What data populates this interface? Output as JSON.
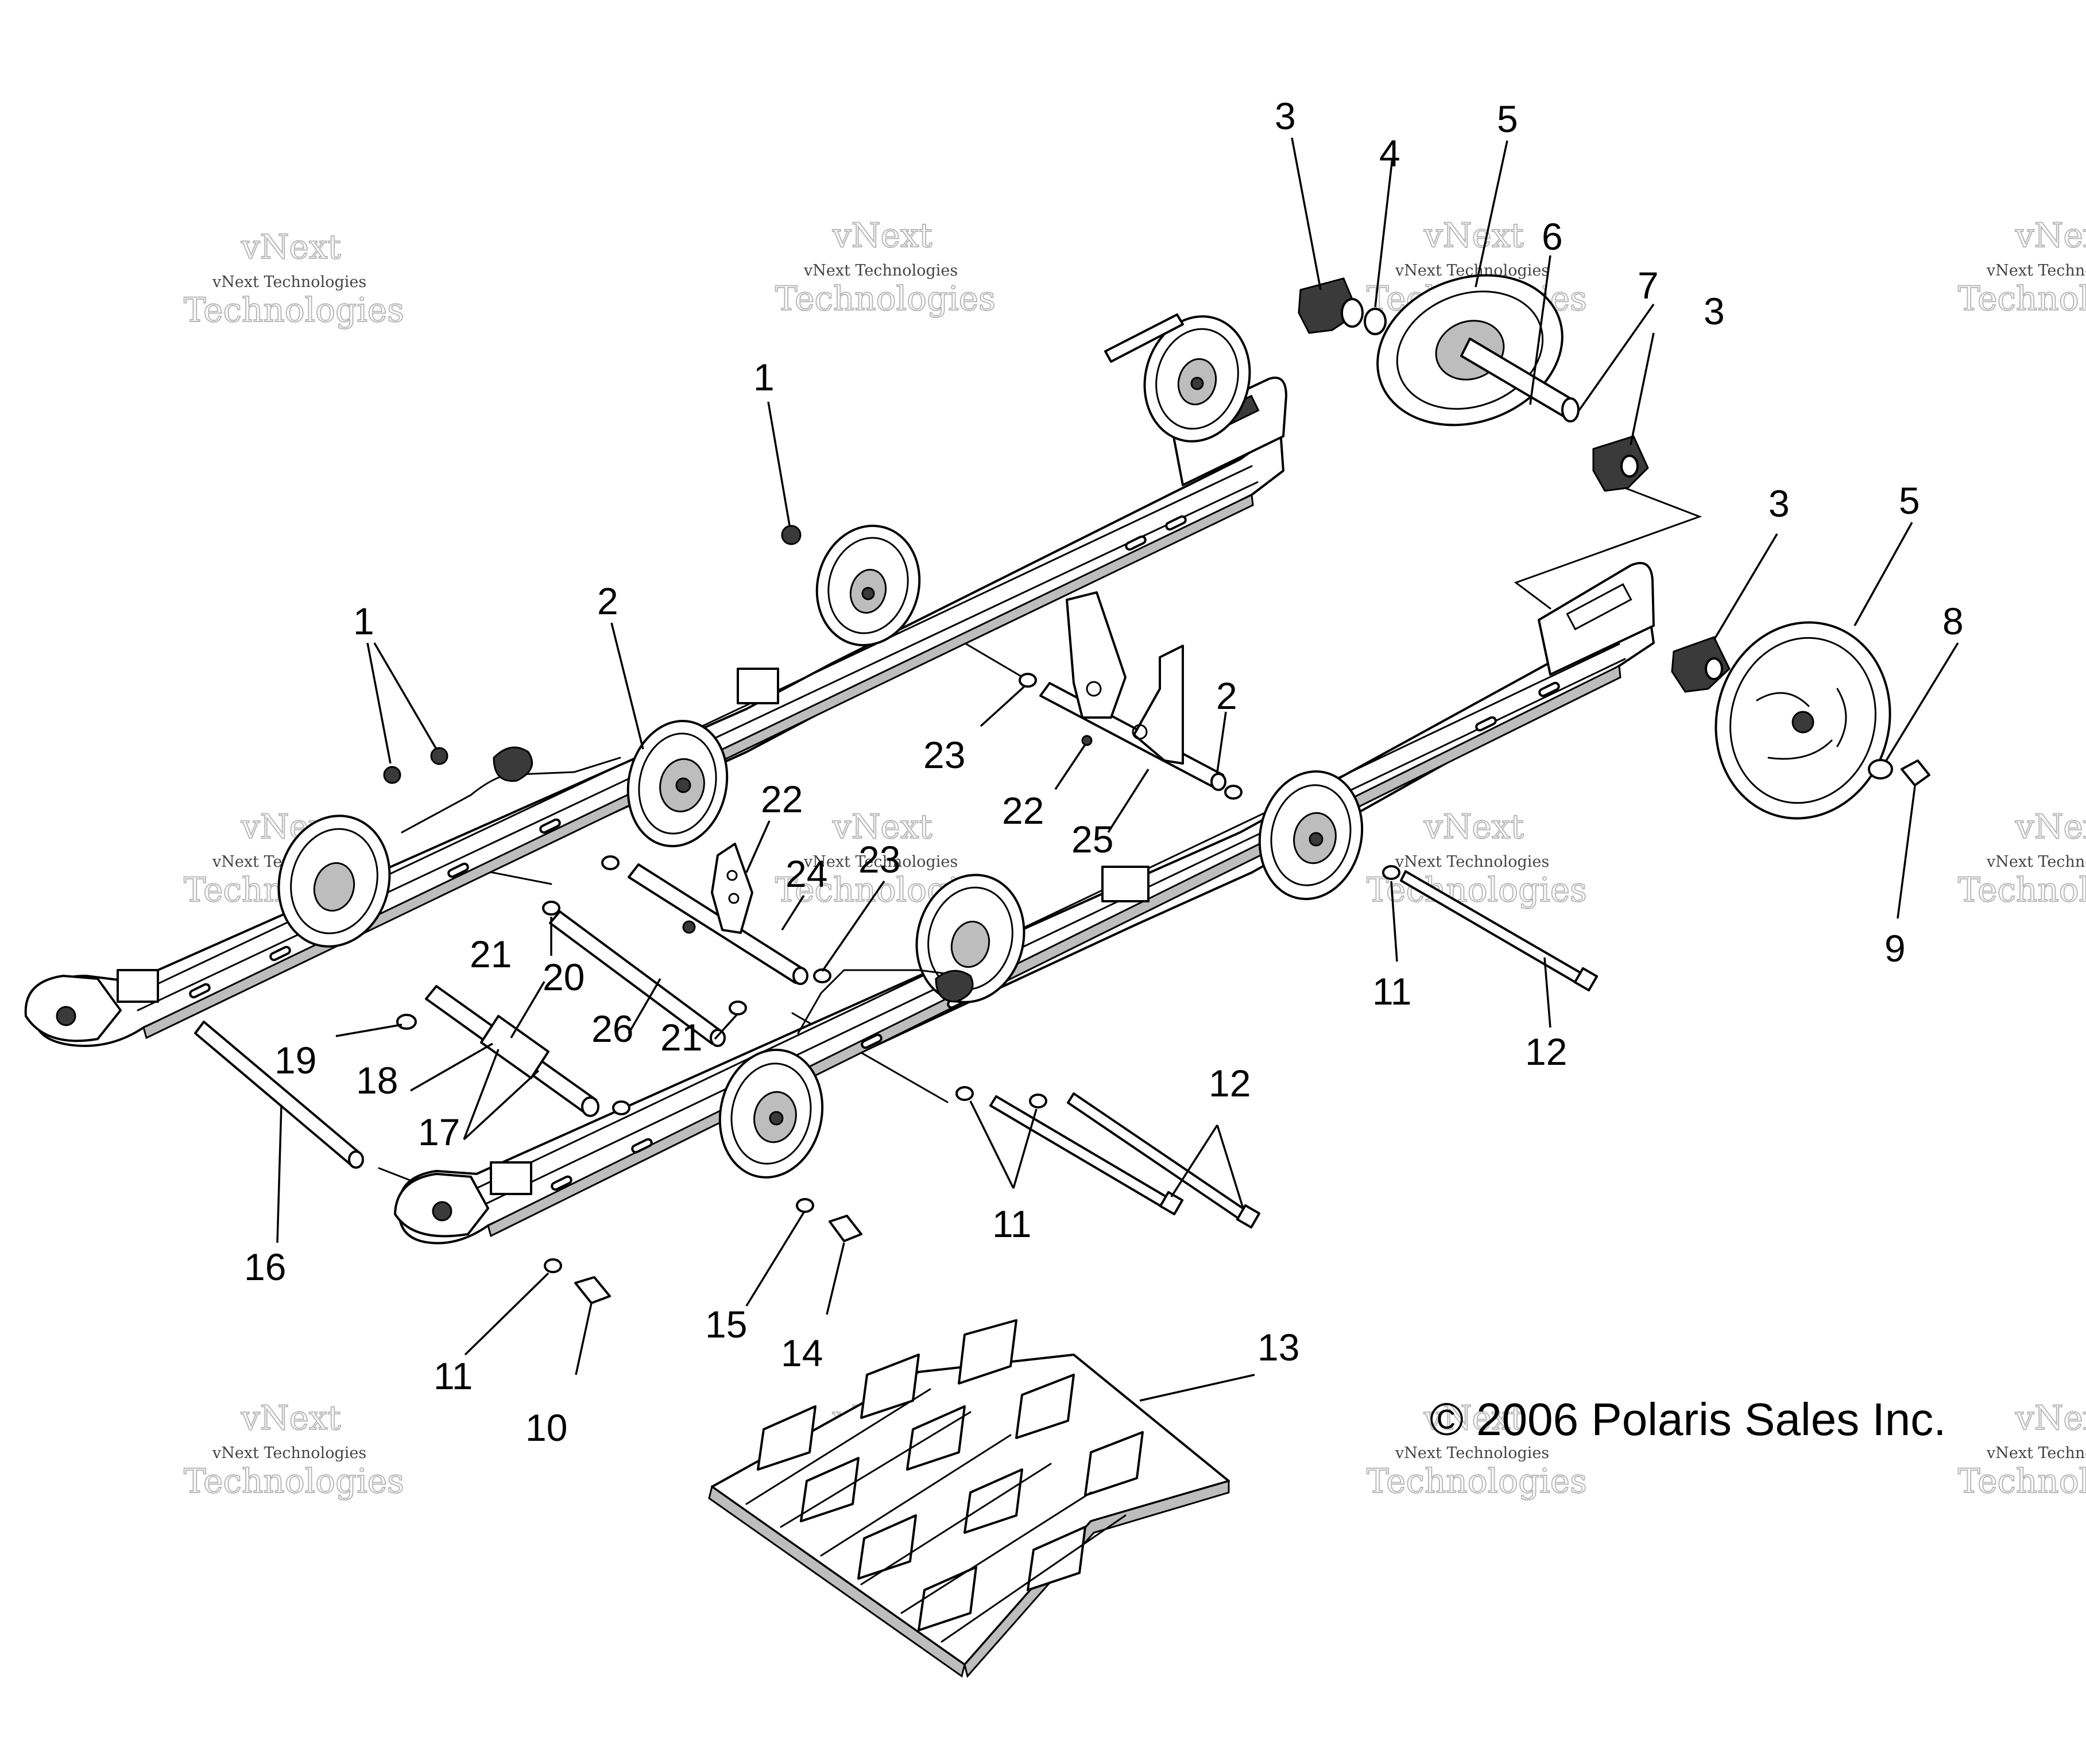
{
  "watermark": {
    "line1": "vNext Technologies",
    "line2a": "vNext",
    "line2b": "Technologies"
  },
  "copyright": "© 2006 Polaris Sales Inc.",
  "callouts": [
    {
      "id": "c1a",
      "label": "1"
    },
    {
      "id": "c1b",
      "label": "1"
    },
    {
      "id": "c2a",
      "label": "2"
    },
    {
      "id": "c2b",
      "label": "2"
    },
    {
      "id": "c3a",
      "label": "3"
    },
    {
      "id": "c3b",
      "label": "3"
    },
    {
      "id": "c3c",
      "label": "3"
    },
    {
      "id": "c4",
      "label": "4"
    },
    {
      "id": "c5a",
      "label": "5"
    },
    {
      "id": "c5b",
      "label": "5"
    },
    {
      "id": "c6",
      "label": "6"
    },
    {
      "id": "c7",
      "label": "7"
    },
    {
      "id": "c8",
      "label": "8"
    },
    {
      "id": "c9",
      "label": "9"
    },
    {
      "id": "c10",
      "label": "10"
    },
    {
      "id": "c11a",
      "label": "11"
    },
    {
      "id": "c11b",
      "label": "11"
    },
    {
      "id": "c11c",
      "label": "11"
    },
    {
      "id": "c12a",
      "label": "12"
    },
    {
      "id": "c12b",
      "label": "12"
    },
    {
      "id": "c13",
      "label": "13"
    },
    {
      "id": "c14",
      "label": "14"
    },
    {
      "id": "c15",
      "label": "15"
    },
    {
      "id": "c16",
      "label": "16"
    },
    {
      "id": "c17",
      "label": "17"
    },
    {
      "id": "c18",
      "label": "18"
    },
    {
      "id": "c19",
      "label": "19"
    },
    {
      "id": "c20",
      "label": "20"
    },
    {
      "id": "c21a",
      "label": "21"
    },
    {
      "id": "c21b",
      "label": "21"
    },
    {
      "id": "c22a",
      "label": "22"
    },
    {
      "id": "c22b",
      "label": "22"
    },
    {
      "id": "c23a",
      "label": "23"
    },
    {
      "id": "c23b",
      "label": "23"
    },
    {
      "id": "c24",
      "label": "24"
    },
    {
      "id": "c25",
      "label": "25"
    },
    {
      "id": "c26",
      "label": "26"
    }
  ]
}
